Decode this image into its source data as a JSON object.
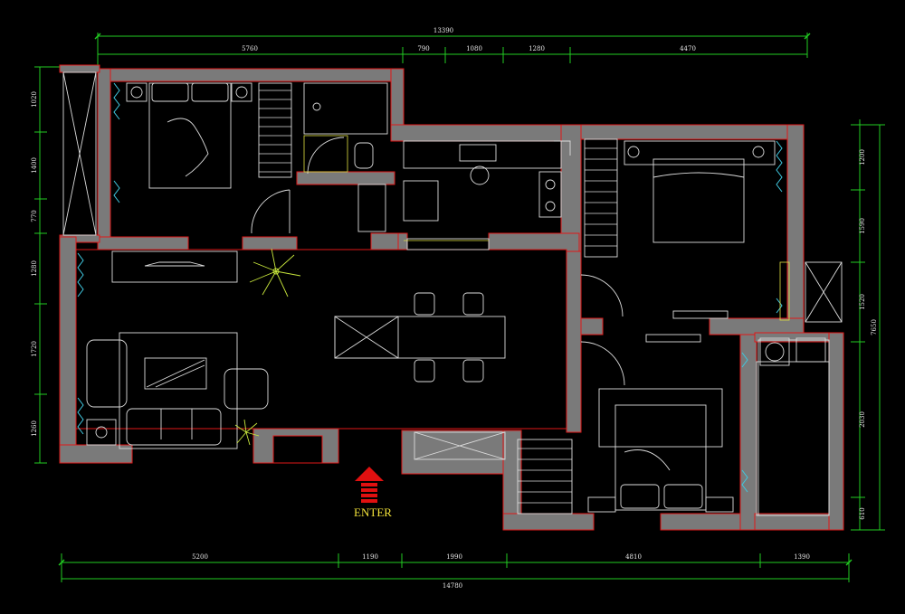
{
  "colors": {
    "background": "#000000",
    "dimension_line": "#22cc22",
    "wall_fill": "#7a7a7a",
    "wall_outline": "#e01818",
    "furniture": "#dcdcdc",
    "fixture": "#e0e040",
    "plant": "#c8e63c",
    "window": "#40c8e0",
    "arrow": "#e01010",
    "enter_text": "#f2e23a",
    "dim_text": "#e8e8e8"
  },
  "dimensions": {
    "top_total": "13390",
    "top_segments": [
      "5760",
      "790",
      "1080",
      "1280",
      "4470"
    ],
    "bottom_total": "14780",
    "bottom_segments": [
      "5200",
      "1190",
      "1990",
      "4810",
      "1390"
    ],
    "left_segments": [
      "1020",
      "1400",
      "770",
      "1280",
      "1720",
      "1260"
    ],
    "right_segments": [
      "1200",
      "1590",
      "1520",
      "2030",
      "610"
    ],
    "right_total": "7650"
  },
  "entrance": {
    "label": "ENTER",
    "icon": "arrow-up-icon"
  }
}
